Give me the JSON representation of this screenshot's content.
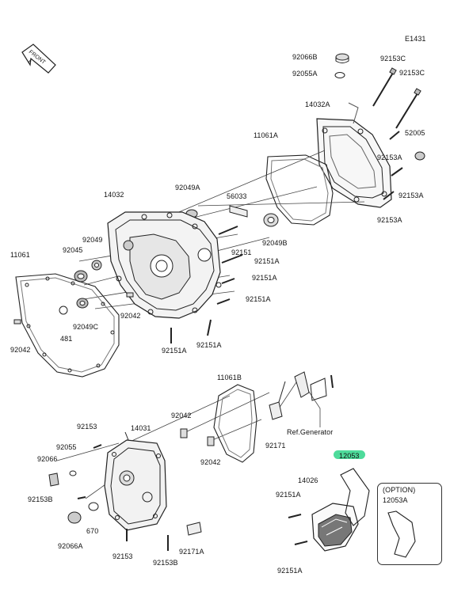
{
  "diagram_id": "E1431",
  "front_label": "FRONT",
  "option_box": {
    "title": "(OPTION)",
    "part": "12053A"
  },
  "labels": [
    {
      "id": "92066B-top",
      "text": "92066B"
    },
    {
      "id": "92055A-top",
      "text": "92055A"
    },
    {
      "id": "92153C-1",
      "text": "92153C"
    },
    {
      "id": "92153C-2",
      "text": "92153C"
    },
    {
      "id": "14032A",
      "text": "14032A"
    },
    {
      "id": "11061A",
      "text": "11061A"
    },
    {
      "id": "52005",
      "text": "52005"
    },
    {
      "id": "92153A-1",
      "text": "92153A"
    },
    {
      "id": "92153A-2",
      "text": "92153A"
    },
    {
      "id": "92153A-3",
      "text": "92153A"
    },
    {
      "id": "92049A",
      "text": "92049A"
    },
    {
      "id": "56033",
      "text": "56033"
    },
    {
      "id": "14032",
      "text": "14032"
    },
    {
      "id": "92049",
      "text": "92049"
    },
    {
      "id": "92045",
      "text": "92045"
    },
    {
      "id": "92049B",
      "text": "92049B"
    },
    {
      "id": "92151",
      "text": "92151"
    },
    {
      "id": "92151A-1",
      "text": "92151A"
    },
    {
      "id": "92151A-2",
      "text": "92151A"
    },
    {
      "id": "92151A-3",
      "text": "92151A"
    },
    {
      "id": "11061",
      "text": "11061"
    },
    {
      "id": "92042-1",
      "text": "92042"
    },
    {
      "id": "92049C",
      "text": "92049C"
    },
    {
      "id": "481",
      "text": "481"
    },
    {
      "id": "92042-2",
      "text": "92042"
    },
    {
      "id": "92151A-4",
      "text": "92151A"
    },
    {
      "id": "92151A-5",
      "text": "92151A"
    },
    {
      "id": "11061B",
      "text": "11061B"
    },
    {
      "id": "92042-3",
      "text": "92042"
    },
    {
      "id": "ref-generator",
      "text": "Ref.Generator"
    },
    {
      "id": "92153",
      "text": "92153"
    },
    {
      "id": "14031",
      "text": "14031"
    },
    {
      "id": "92055",
      "text": "92055"
    },
    {
      "id": "92066",
      "text": "92066"
    },
    {
      "id": "92042-4",
      "text": "92042"
    },
    {
      "id": "92171",
      "text": "92171"
    },
    {
      "id": "12053",
      "text": "12053"
    },
    {
      "id": "92153B-1",
      "text": "92153B"
    },
    {
      "id": "14026",
      "text": "14026"
    },
    {
      "id": "92151A-6",
      "text": "92151A"
    },
    {
      "id": "670",
      "text": "670"
    },
    {
      "id": "92066A",
      "text": "92066A"
    },
    {
      "id": "92153-2",
      "text": "92153"
    },
    {
      "id": "92153B-2",
      "text": "92153B"
    },
    {
      "id": "92171A",
      "text": "92171A"
    },
    {
      "id": "92151A-7",
      "text": "92151A"
    }
  ]
}
